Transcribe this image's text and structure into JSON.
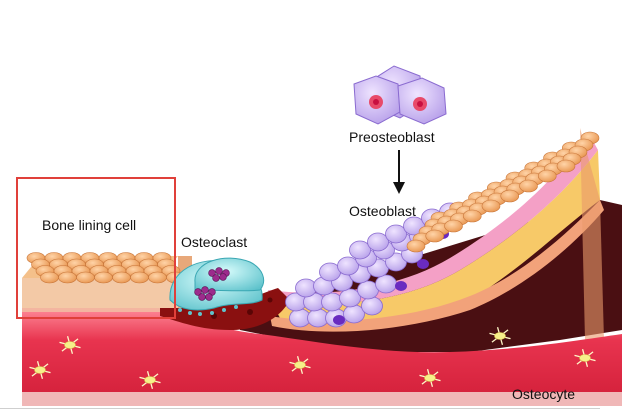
{
  "labels": {
    "bone_lining_cell": "Bone lining cell",
    "osteoclast": "Osteoclast",
    "preosteoblast": "Preosteoblast",
    "osteoblast": "Osteoblast",
    "osteocyte": "Osteocyte"
  },
  "colors": {
    "bone_red": "#e0304a",
    "bone_pink": "#f2a0a8",
    "lining_orange": "#f0a868",
    "osteoblast_purple": "#c9b3f2",
    "osteoblast_nucleus": "#6a2bc0",
    "osteoclast_blue": "#7fd6d6",
    "resorption_red": "#8a1010",
    "highlight_box": "#e0403a",
    "layer_yellow": "#f7d77a",
    "layer_pink": "#f4a6c6",
    "layer_dark": "#4a1010"
  },
  "icons": [
    "osteoclast-cell-icon",
    "osteoblast-cell-icon",
    "preosteoblast-cell-icon",
    "osteocyte-cell-icon",
    "down-arrow-icon"
  ]
}
